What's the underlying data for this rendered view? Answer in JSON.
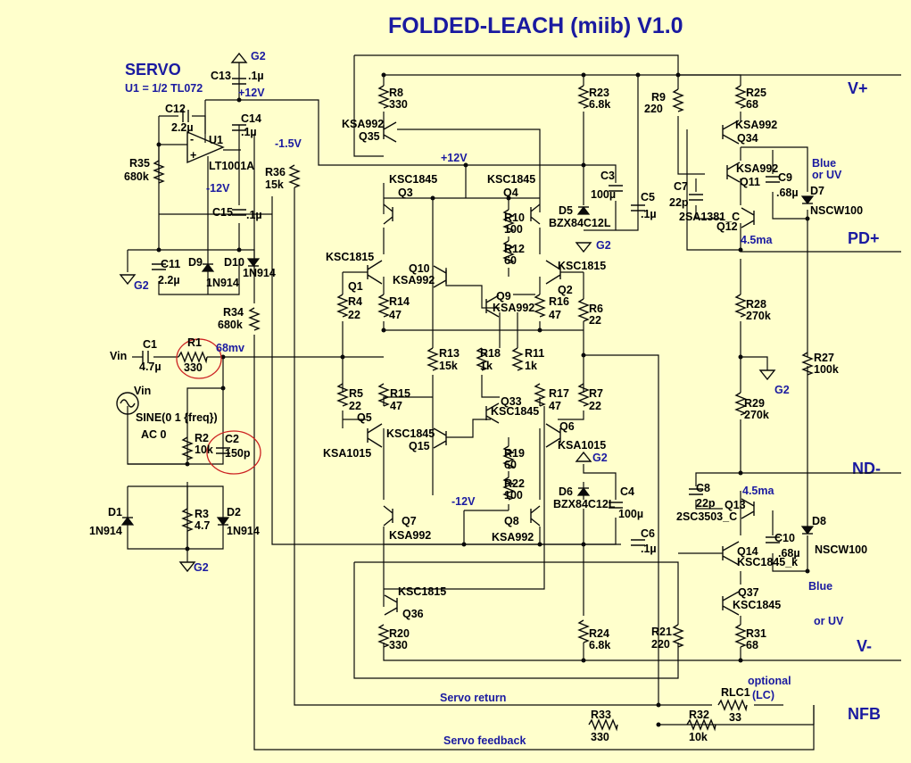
{
  "title": "FOLDED-LEACH (miib) V1.0",
  "servo": {
    "heading": "SERVO",
    "note": "U1 = 1/2 TL072",
    "opamp_ref": "U1",
    "opamp_part": "LT1001A"
  },
  "rails": {
    "vplus": "V+",
    "vminus": "V-",
    "pdplus": "PD+",
    "ndminus": "ND-",
    "nfb": "NFB"
  },
  "nets": {
    "g2": "G2",
    "p12": "+12V",
    "m12": "-12V",
    "m1_5": "-1.5V",
    "vin": "Vin",
    "mv68": "68mv",
    "ma45": "4.5ma",
    "servo_return": "Servo return",
    "servo_feedback": "Servo feedback",
    "optional": "optional",
    "blue1": "Blue",
    "oruv1": "or UV",
    "blue2": "Blue",
    "oruv2": "or UV"
  },
  "source": {
    "ref": "Vin",
    "spec": "SINE(0 1 {freq})",
    "ac": "AC 0"
  },
  "parts": {
    "c13": [
      "C13",
      ".1µ"
    ],
    "c12": [
      "C12",
      "2.2µ"
    ],
    "c14": [
      "C14",
      ".1µ"
    ],
    "c15": [
      "C15",
      ".1µ"
    ],
    "c11": [
      "C11",
      "2.2µ"
    ],
    "c1": [
      "C1",
      "4.7µ"
    ],
    "c2": [
      "C2",
      "150p"
    ],
    "c3": [
      "C3",
      "100µ"
    ],
    "c4": [
      "C4",
      "100µ"
    ],
    "c5": [
      "C5",
      ".1µ"
    ],
    "c6": [
      "C6",
      ".1µ"
    ],
    "c7": [
      "C7",
      "22p"
    ],
    "c8": [
      "C8",
      "22p"
    ],
    "c9": [
      "C9",
      ".68µ"
    ],
    "c10": [
      "C10",
      ".68µ"
    ],
    "r35": [
      "R35",
      "680k"
    ],
    "r36": [
      "R36",
      "15k"
    ],
    "r34": [
      "R34",
      "680k"
    ],
    "r1": [
      "R1",
      "330"
    ],
    "r2": [
      "R2",
      "10k"
    ],
    "r3": [
      "R3",
      "4.7"
    ],
    "r8": [
      "R8",
      "330"
    ],
    "r23": [
      "R23",
      "6.8k"
    ],
    "r9": [
      "R9",
      "220"
    ],
    "r25": [
      "R25",
      "68"
    ],
    "r10": [
      "R10",
      "100"
    ],
    "r12": [
      "R12",
      "60"
    ],
    "r4": [
      "R4",
      "22"
    ],
    "r14": [
      "R14",
      "47"
    ],
    "r16": [
      "R16",
      "47"
    ],
    "r6": [
      "R6",
      "22"
    ],
    "r13": [
      "R13",
      "15k"
    ],
    "r18": [
      "R18",
      "1k"
    ],
    "r11": [
      "R11",
      "1k"
    ],
    "r5": [
      "R5",
      "22"
    ],
    "r15": [
      "R15",
      "47"
    ],
    "r17": [
      "R17",
      "47"
    ],
    "r7": [
      "R7",
      "22"
    ],
    "r19": [
      "R19",
      "60"
    ],
    "r22": [
      "R22",
      "100"
    ],
    "r28": [
      "R28",
      "270k"
    ],
    "r29": [
      "R29",
      "270k"
    ],
    "r27": [
      "R27",
      "100k"
    ],
    "r20": [
      "R20",
      "330"
    ],
    "r24": [
      "R24",
      "6.8k"
    ],
    "r21": [
      "R21",
      "220"
    ],
    "r31": [
      "R31",
      "68"
    ],
    "r33": [
      "R33",
      "330"
    ],
    "r32": [
      "R32",
      "10k"
    ],
    "rlc1": [
      "RLC1",
      "33"
    ],
    "rlc1_note": "(LC)"
  },
  "diodes": {
    "d9": "D9",
    "d10": [
      "D10",
      "1N914"
    ],
    "d9p": "1N914",
    "d1": [
      "D1",
      "1N914"
    ],
    "d2": [
      "D2",
      "1N914"
    ],
    "d5": [
      "D5",
      "BZX84C12L"
    ],
    "d6": [
      "D6",
      "BZX84C12L"
    ],
    "d7": [
      "D7",
      "NSCW100"
    ],
    "d8": [
      "D8",
      "NSCW100"
    ]
  },
  "transistors": {
    "q35": [
      "Q35",
      "KSA992"
    ],
    "q3": [
      "Q3",
      "KSC1845"
    ],
    "q4": [
      "Q4",
      "KSC1845"
    ],
    "q1": [
      "Q1",
      "KSC1815"
    ],
    "q2": [
      "Q2",
      "KSC1815"
    ],
    "q10": [
      "Q10",
      "KSA992"
    ],
    "q9": [
      "Q9",
      "KSA992"
    ],
    "q5": [
      "Q5",
      "KSA1015"
    ],
    "q6": [
      "Q6",
      "KSA1015"
    ],
    "q33": [
      "Q33",
      "KSC1845"
    ],
    "q15": [
      "Q15",
      "KSC1845"
    ],
    "q7": [
      "Q7",
      "KSA992"
    ],
    "q8": [
      "Q8",
      "KSA992"
    ],
    "q36": [
      "Q36",
      "KSC1815"
    ],
    "q34": [
      "Q34",
      "KSA992"
    ],
    "q11": [
      "Q11",
      "KSA992"
    ],
    "q12": [
      "Q12",
      "2SA1381_C"
    ],
    "q13": [
      "Q13",
      "2SC3503_C"
    ],
    "q14": [
      "Q14",
      "KSC1845_k"
    ],
    "q37": [
      "Q37",
      "KSC1845"
    ]
  }
}
